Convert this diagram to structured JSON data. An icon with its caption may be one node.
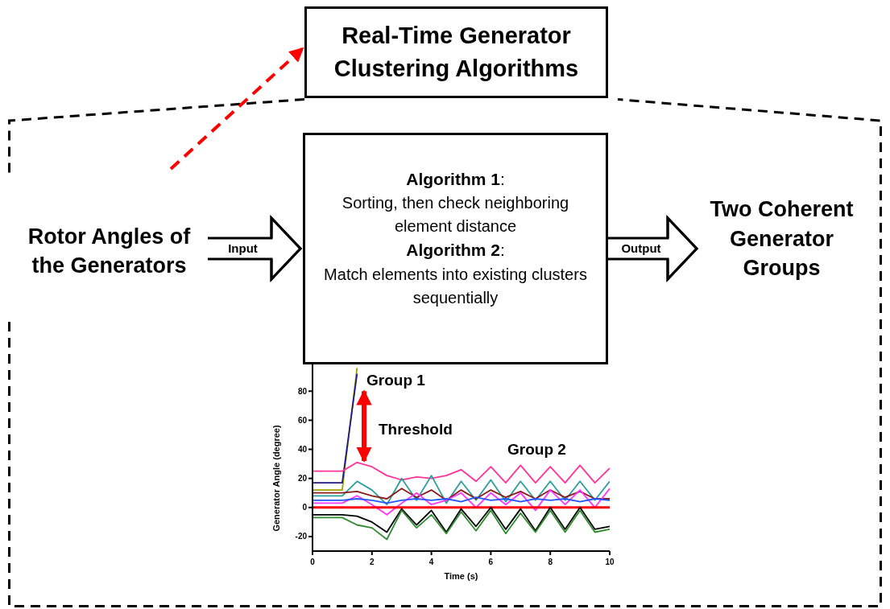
{
  "diagram": {
    "nodes": [
      {
        "text": [
          "Real-Time Generator Clustering Algorithms"
        ]
      },
      {
        "text": [],
        "shape": "box"
      },
      {
        "text": [
          "Rotor Angles of the Generators"
        ],
        "in": 1
      },
      {
        "text": [
          "**Algorithm 1**:",
          "Sorting, then check neighboring element distance",
          "**Algorithm 2**:",
          "Match elements into existing clusters sequentially"
        ],
        "in": 1
      },
      {
        "text": [
          "Two Coherent Generator Groups"
        ],
        "in": 1
      }
    ],
    "edges": [
      {
        "from": null,
        "to": 0,
        "arrow": "to",
        "style": "dashed",
        "color": "#ff0000"
      },
      {
        "from": 2,
        "to": 3,
        "arrow": "to",
        "label": "Input"
      },
      {
        "from": 3,
        "to": 4,
        "arrow": "to",
        "label": "Output"
      }
    ],
    "labels": [
      "Group 1",
      "Threshold",
      "Group 2"
    ],
    "chart_data": {
      "type": "line",
      "xlabel": "Time (s)",
      "ylabel": "Generator Angle (degree)",
      "x": [
        0,
        0.5,
        1,
        1.5,
        2,
        2.5,
        3,
        3.5,
        4,
        4.5,
        5,
        5.5,
        6,
        6.5,
        7,
        7.5,
        8,
        8.5,
        9,
        9.5,
        10
      ],
      "series": [
        {
          "color": "#a0a000",
          "values": [
            12,
            12,
            12,
            96,
            null,
            null,
            null,
            null,
            null,
            null,
            null,
            null,
            null,
            null,
            null,
            null,
            null,
            null,
            null,
            null,
            null
          ]
        },
        {
          "color": "#1a1a8c",
          "values": [
            17,
            17,
            17,
            92,
            null,
            null,
            null,
            null,
            null,
            null,
            null,
            null,
            null,
            null,
            null,
            null,
            null,
            null,
            null,
            null,
            null
          ]
        },
        {
          "color": "#ff3399",
          "values": [
            25,
            25,
            25,
            31,
            28,
            22,
            19,
            21,
            20,
            22,
            26,
            18,
            28,
            17,
            29,
            17,
            28,
            17,
            29,
            17,
            27
          ]
        },
        {
          "color": "#2a9d9d",
          "values": [
            8,
            8,
            8,
            18,
            12,
            2,
            20,
            5,
            22,
            3,
            18,
            5,
            19,
            4,
            18,
            5,
            18,
            5,
            18,
            5,
            18
          ]
        },
        {
          "color": "#8b1a1a",
          "values": [
            10,
            10,
            10,
            11,
            8,
            6,
            13,
            7,
            12,
            5,
            12,
            6,
            12,
            7,
            11,
            6,
            12,
            7,
            11,
            6,
            6
          ]
        },
        {
          "color": "#ff33ff",
          "values": [
            3,
            3,
            3,
            8,
            2,
            -5,
            3,
            10,
            2,
            5,
            10,
            0,
            10,
            2,
            10,
            -2,
            12,
            2,
            12,
            0,
            13
          ]
        },
        {
          "color": "#2255ff",
          "values": [
            5,
            5,
            5,
            6,
            5,
            3,
            5,
            6,
            5,
            6,
            4,
            7,
            5,
            6,
            4,
            6,
            5,
            6,
            4,
            6,
            5
          ]
        },
        {
          "color": "#ff0000",
          "values": [
            0,
            0,
            0,
            0,
            0,
            0,
            0,
            0,
            0,
            0,
            0,
            0,
            0,
            0,
            0,
            0,
            0,
            0,
            0,
            0,
            0
          ]
        },
        {
          "color": "#000000",
          "values": [
            -5,
            -5,
            -5,
            -6,
            -10,
            -17,
            -1,
            -12,
            -2,
            -17,
            -1,
            -13,
            0,
            -15,
            -1,
            -16,
            0,
            -15,
            0,
            -15,
            -13
          ]
        },
        {
          "color": "#2e8b2e",
          "values": [
            -7,
            -7,
            -7,
            -12,
            -14,
            -22,
            -2,
            -14,
            -5,
            -18,
            -3,
            -16,
            -2,
            -18,
            -4,
            -17,
            -2,
            -17,
            -2,
            -17,
            -15
          ]
        }
      ],
      "xlim": [
        0,
        10
      ],
      "ylim": [
        -30,
        120
      ],
      "xticks": [
        0,
        2,
        4,
        6,
        8,
        10
      ],
      "yticks": [
        -20,
        0,
        20,
        40,
        60,
        80
      ]
    }
  }
}
